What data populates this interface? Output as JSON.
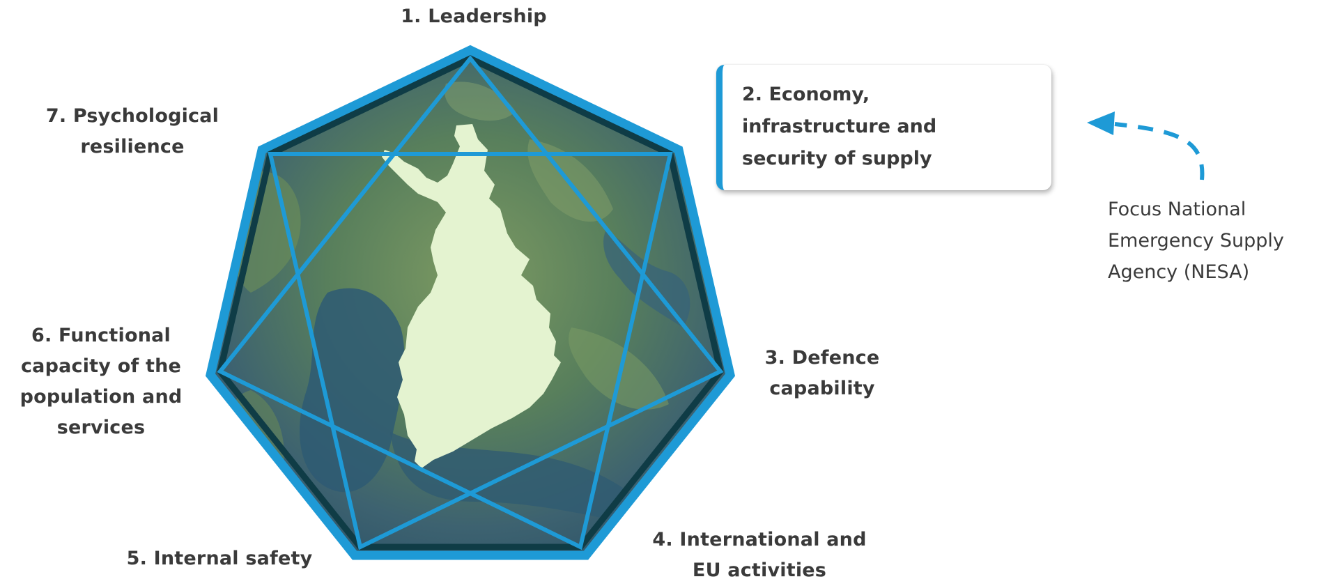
{
  "diagram": {
    "dimensions": [
      {
        "lines": [
          "1. Leadership"
        ]
      },
      {
        "lines": [
          "2. Economy,",
          "infrastructure and",
          "security of supply"
        ]
      },
      {
        "lines": [
          "3. Defence",
          "capability"
        ]
      },
      {
        "lines": [
          "4. International and",
          "EU activities"
        ]
      },
      {
        "lines": [
          "5. Internal safety"
        ]
      },
      {
        "lines": [
          "6. Functional",
          "capacity of the",
          "population and",
          "services"
        ]
      },
      {
        "lines": [
          "7. Psychological",
          "resilience"
        ]
      }
    ],
    "focus_note": {
      "lines": [
        "Focus National",
        "Emergency Supply",
        "Agency (NESA)"
      ]
    }
  },
  "colors": {
    "accent_blue": "#1e9ad6",
    "dark_teal": "#0f3c46",
    "text": "#3a3a3a",
    "finland_fill": "#e4f3d0"
  }
}
